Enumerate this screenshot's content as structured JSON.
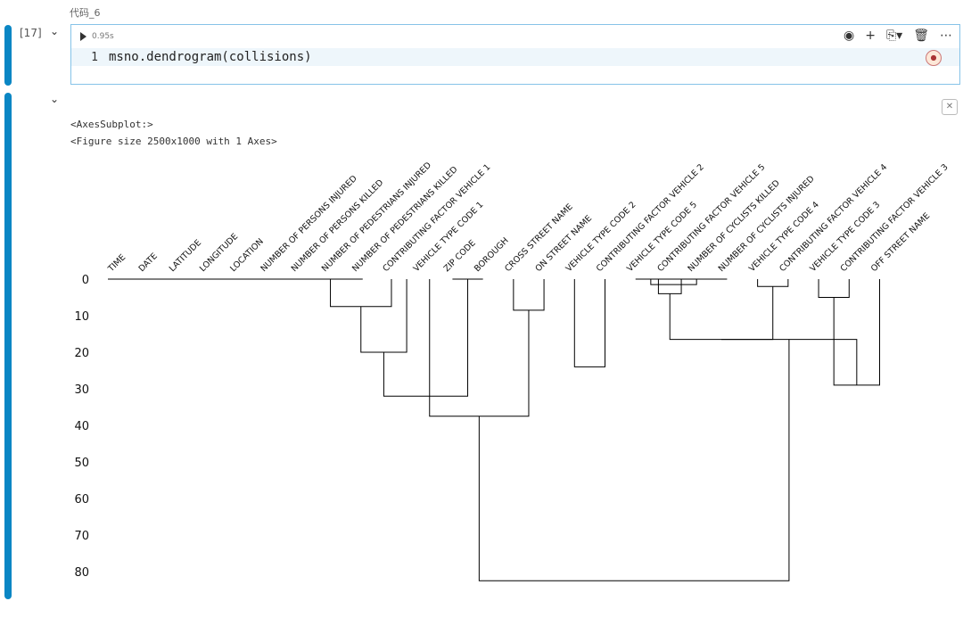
{
  "cell": {
    "title": "代码_6",
    "exec_count": "[17]",
    "run_time": "0.95s",
    "line_number": "1",
    "code": "msno.dendrogram(collisions)"
  },
  "toolbar": {
    "icons": [
      "eye-icon",
      "plus-icon",
      "copy-icon",
      "trash-icon",
      "more-icon"
    ]
  },
  "output": {
    "line1": "<AxesSubplot:>",
    "line2": "<Figure size 2500x1000 with 1 Axes>"
  },
  "chart_data": {
    "type": "dendrogram",
    "leaves": [
      "TIME",
      "DATE",
      "LATITUDE",
      "LONGITUDE",
      "LOCATION",
      "NUMBER OF PERSONS INJURED",
      "NUMBER OF PERSONS KILLED",
      "NUMBER OF PEDESTRIANS INJURED",
      "NUMBER OF PEDESTRIANS KILLED",
      "CONTRIBUTING FACTOR VEHICLE 1",
      "VEHICLE TYPE CODE 1",
      "ZIP CODE",
      "BOROUGH",
      "CROSS STREET NAME",
      "ON STREET NAME",
      "VEHICLE TYPE CODE 2",
      "CONTRIBUTING FACTOR VEHICLE 2",
      "VEHICLE TYPE CODE 5",
      "CONTRIBUTING FACTOR VEHICLE 5",
      "NUMBER OF CYCLISTS KILLED",
      "NUMBER OF CYCLISTS INJURED",
      "VEHICLE TYPE CODE 4",
      "CONTRIBUTING FACTOR VEHICLE 4",
      "VEHICLE TYPE CODE 3",
      "CONTRIBUTING FACTOR VEHICLE 3",
      "OFF STREET NAME"
    ],
    "yticks": [
      0,
      10,
      20,
      30,
      40,
      50,
      60,
      70,
      80
    ],
    "ylim": [
      0,
      82.5
    ],
    "links": [
      [
        8,
        10,
        7.5
      ],
      [
        12,
        13,
        0
      ],
      [
        14,
        15,
        8.5
      ],
      [
        16,
        17,
        24
      ],
      [
        18,
        19,
        0
      ],
      [
        18.5,
        20,
        1.5
      ],
      [
        18.5,
        21,
        0
      ],
      [
        18.75,
        19.5,
        4
      ],
      [
        22,
        23,
        2
      ],
      [
        24,
        25,
        5
      ],
      [
        9,
        10.5,
        20
      ],
      [
        9.75,
        12.5,
        32
      ],
      [
        11.25,
        14.5,
        37.5
      ],
      [
        19.125,
        22.5,
        16.5
      ],
      [
        24.5,
        26,
        29
      ],
      [
        20.8125,
        25.25,
        16.5
      ],
      [
        12.875,
        23.03125,
        82.5
      ]
    ]
  }
}
